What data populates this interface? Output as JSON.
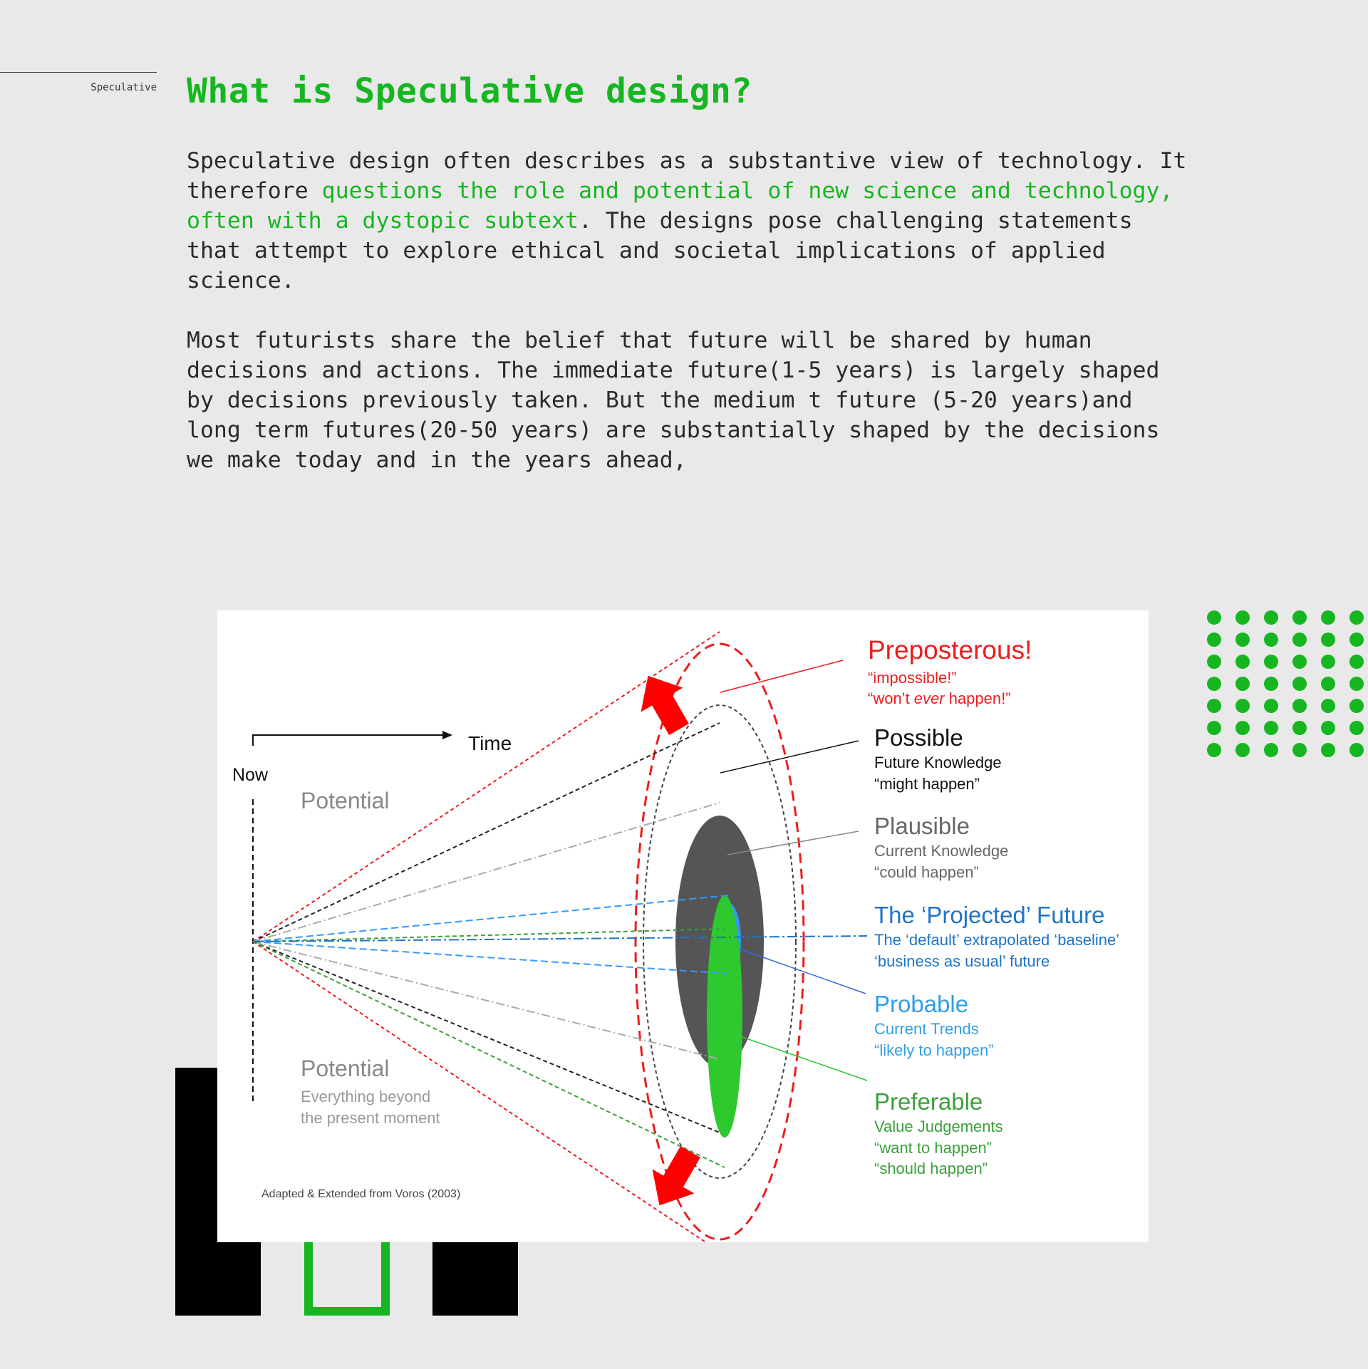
{
  "header": {
    "section_label": "Speculative",
    "title": "What is Speculative design?"
  },
  "intro": {
    "p1_a": "Speculative design often describes as a substantive view of technology. It therefore ",
    "p1_highlight": "questions the role and potential of new science and technology, often with a dystopic subtext",
    "p1_b": ". The designs pose challenging statements that attempt to explore ethical and societal implications of applied science.",
    "p2": "Most futurists share the belief that future will be shared by human decisions and actions. The immediate future(1-5 years) is largely shaped by decisions previously taken. But the medium t future (5-20 years)and long term futures(20-50 years) are substantially shaped by the decisions we make today and in the years ahead,"
  },
  "diagram": {
    "now": "Now",
    "time": "Time",
    "potential_top": "Potential",
    "potential_bottom": "Potential",
    "potential_sub1": "Everything  beyond",
    "potential_sub2": "the  present moment",
    "credit": "Adapted & Extended  from Voros (2003)",
    "preposterous": {
      "title": "Preposterous!",
      "line1": "“impossible!”",
      "line2_a": "“won’t ",
      "line2_em": "ever",
      "line2_b": " happen!”"
    },
    "possible": {
      "title": "Possible",
      "line1": "Future  Knowledge",
      "line2": "“might happen”"
    },
    "plausible": {
      "title": "Plausible",
      "line1": "Current  Knowledge",
      "line2": "“could happen”"
    },
    "projected": {
      "title": "The ‘Projected’ Future",
      "line1": "The  ‘default’  extrapolated  ‘baseline’",
      "line2": "‘business as usual’  future"
    },
    "probable": {
      "title": "Probable",
      "line1": "Current Trends",
      "line2": "“likely to happen”"
    },
    "preferable": {
      "title": "Preferable",
      "line1": "Value Judgements",
      "line2": "“want to happen”",
      "line3": "“should happen”"
    }
  },
  "colors": {
    "accent": "#16b620",
    "preposterous": "#ee1c1c",
    "possible": "#111111",
    "plausible": "#666666",
    "projected": "#1f74c4",
    "probable": "#2f9ee6",
    "preferable": "#3aa03a"
  }
}
